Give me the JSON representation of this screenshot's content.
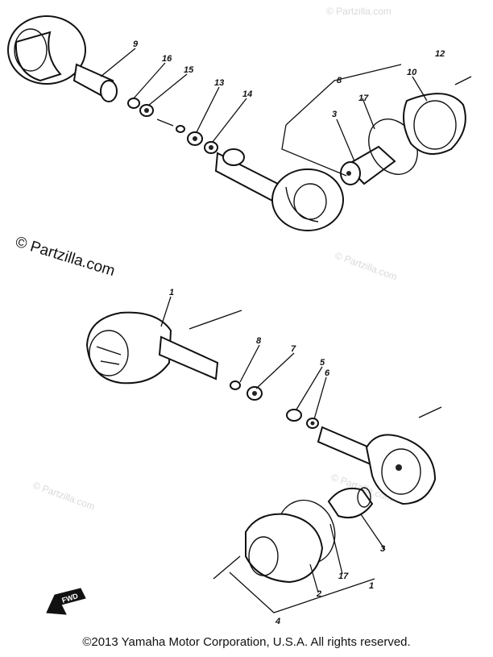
{
  "diagram": {
    "watermark_main": "© Partzilla.com",
    "watermark_faint": "© Partzilla.com",
    "fwd_label": "FWD",
    "callouts": [
      "9",
      "16",
      "15",
      "13",
      "14",
      "8",
      "17",
      "3",
      "10",
      "12",
      "1",
      "8",
      "7",
      "5",
      "6",
      "3",
      "17",
      "2",
      "1",
      "4"
    ]
  },
  "copyright": "©2013  Yamaha Motor Corporation, U.S.A. All rights reserved."
}
